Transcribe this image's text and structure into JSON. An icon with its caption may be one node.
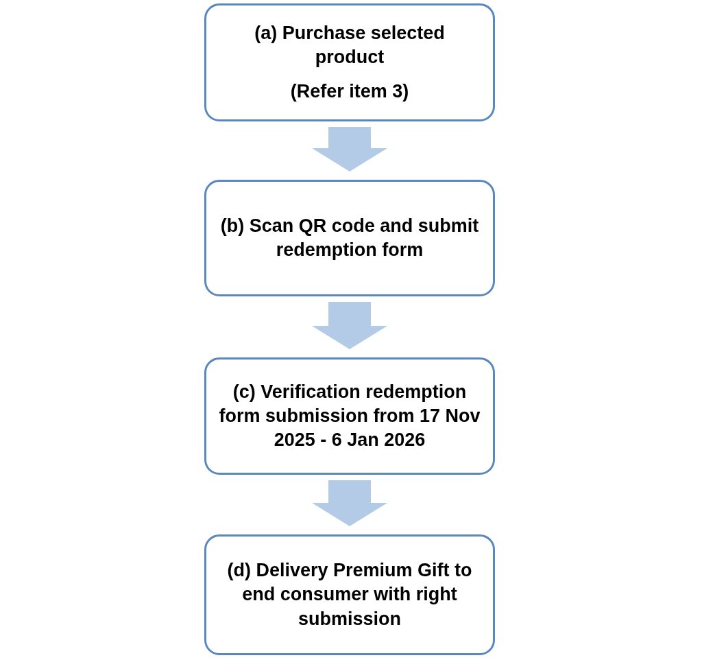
{
  "diagram": {
    "nodes": [
      {
        "text": [
          "(a) Purchase selected product",
          "(Refer item 3)"
        ]
      },
      {
        "text": [
          "(b) Scan QR code and submit redemption form"
        ]
      },
      {
        "text": [
          "(c) Verification redemption form submission from 17 Nov 2025 - 6 Jan 2026"
        ]
      },
      {
        "text": [
          "(d) Delivery Premium Gift to end consumer with right submission"
        ]
      }
    ],
    "edges": [
      {
        "from": 0,
        "to": 1,
        "arrow": "to"
      },
      {
        "from": 1,
        "to": 2,
        "arrow": "to"
      },
      {
        "from": 2,
        "to": 3,
        "arrow": "to"
      }
    ]
  }
}
